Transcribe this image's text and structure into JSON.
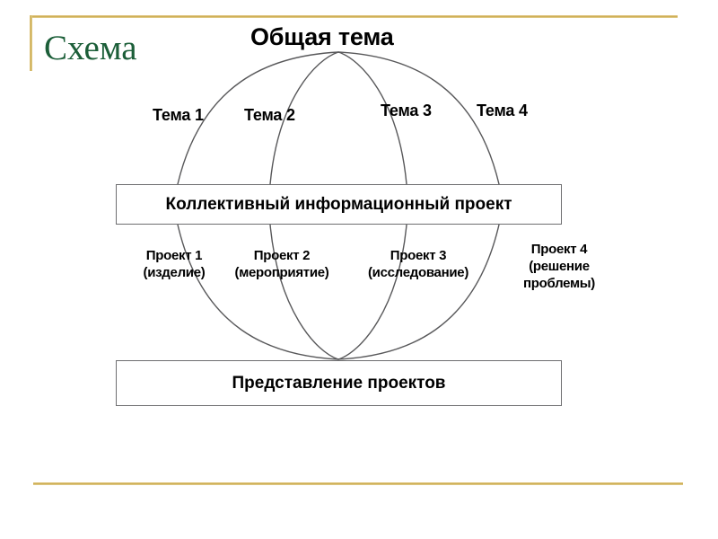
{
  "slide": {
    "title": "Схема",
    "title_color": "#1b5e38",
    "frame_color": "#c8a84b",
    "background": "#ffffff"
  },
  "diagram": {
    "title": "Общая тема",
    "themes": [
      {
        "label": "Тема 1"
      },
      {
        "label": "Тема 2"
      },
      {
        "label": "Тема 3"
      },
      {
        "label": "Тема 4"
      }
    ],
    "collective_box": "Коллективный информационный проект",
    "projects": [
      {
        "line1": "Проект 1",
        "line2": "(изделие)"
      },
      {
        "line1": "Проект 2",
        "line2": "(мероприятие)"
      },
      {
        "line1": "Проект 3",
        "line2": "(исследование)"
      },
      {
        "line1": "Проект 4",
        "line2": "(решение",
        "line3": " проблемы)"
      }
    ],
    "presentation_box": "Представление проектов",
    "line_color": "#58585a",
    "box_border_color": "#6e6e70"
  }
}
